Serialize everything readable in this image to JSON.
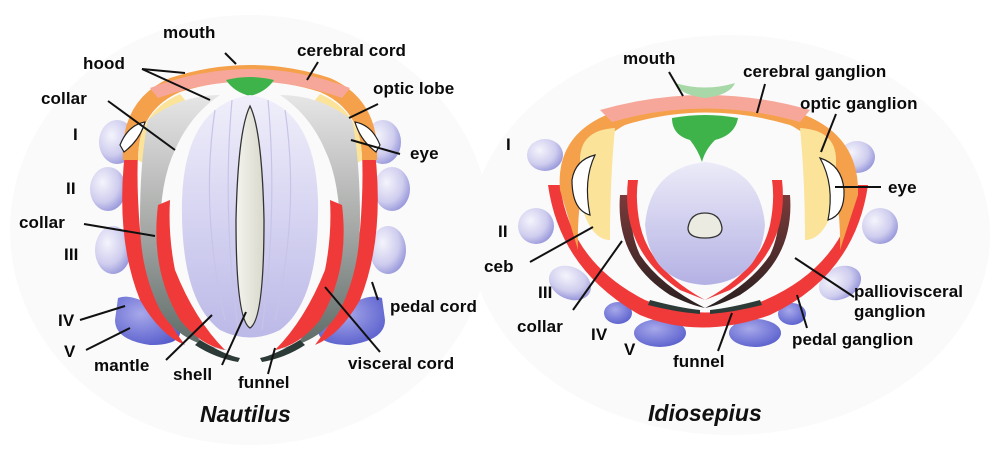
{
  "figure": {
    "panels": [
      {
        "id": "nautilus",
        "title": "Nautilus",
        "labels": {
          "mouth": "mouth",
          "hood": "hood",
          "cerebral": "cerebral cord",
          "collar_top": "collar",
          "optic": "optic lobe",
          "eye": "eye",
          "arm_I": "I",
          "arm_II": "II",
          "collar_mid": "collar",
          "arm_III": "III",
          "arm_IV": "IV",
          "arm_V": "V",
          "mantle": "mantle",
          "shell": "shell",
          "funnel": "funnel",
          "pedal": "pedal cord",
          "visceral": "visceral cord"
        }
      },
      {
        "id": "idiosepius",
        "title": "Idiosepius",
        "labels": {
          "mouth": "mouth",
          "cerebral": "cerebral ganglion",
          "optic": "optic ganglion",
          "eye": "eye",
          "arm_I": "I",
          "arm_II": "II",
          "ceb": "ceb",
          "arm_III": "III",
          "collar": "collar",
          "arm_IV": "IV",
          "arm_V": "V",
          "funnel": "funnel",
          "palliovisceral": "palliovisceral",
          "palliovisceral_2": "ganglion",
          "pedal": "pedal ganglion"
        }
      }
    ],
    "colors": {
      "nerve_red": "#f03a3a",
      "cerebral_pink": "#f7a79a",
      "optic_orange": "#f5a04a",
      "yellow": "#fbe39a",
      "arm_lavender": "#c9c8ec",
      "arm_blue": "#6f73d6",
      "mantle_lavender": "#d6d4f0",
      "mouth_green": "#3db34a",
      "collar_gray": "#a8aaa8",
      "dark_collar": "#5a2020"
    }
  }
}
